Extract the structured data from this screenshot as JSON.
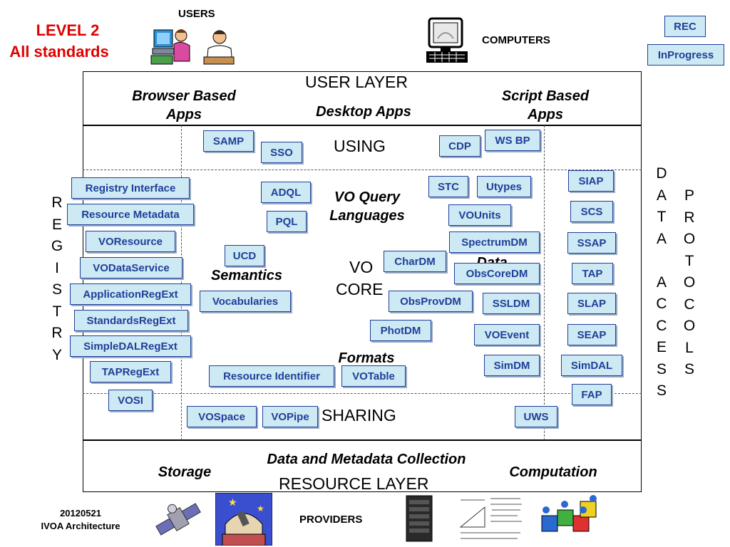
{
  "header": {
    "level_title": "LEVEL 2",
    "level_subtitle": "All standards",
    "users_label": "USERS",
    "computers_label": "COMPUTERS",
    "rec_label": "REC",
    "inprogress_label": "InProgress"
  },
  "layers": {
    "user_layer": "USER LAYER",
    "browser_apps": "Browser Based Apps",
    "desktop_apps": "Desktop Apps",
    "script_apps": "Script Based Apps",
    "using": "USING",
    "vo_core_line1": "VO",
    "vo_core_line2": "CORE",
    "vo_query": "VO Query Languages",
    "semantics": "Semantics",
    "data_models": "Data Models",
    "formats": "Formats",
    "sharing": "SHARING",
    "data_metadata": "Data and Metadata Collection",
    "storage": "Storage",
    "computation": "Computation",
    "resource_layer": "RESOURCE LAYER"
  },
  "registry_letters": [
    "R",
    "E",
    "G",
    "I",
    "S",
    "T",
    "R",
    "Y"
  ],
  "data_access_letters": [
    "D",
    "A",
    "T",
    "A",
    "",
    "A",
    "C",
    "C",
    "E",
    "S",
    "S"
  ],
  "protocols_letters": [
    "P",
    "R",
    "O",
    "T",
    "O",
    "C",
    "O",
    "L",
    "S"
  ],
  "standards": {
    "samp": "SAMP",
    "sso": "SSO",
    "cdp": "CDP",
    "wsbp": "WS BP",
    "registry_interface": "Registry Interface",
    "resource_metadata": "Resource Metadata",
    "voresource": "VOResource",
    "vodataservice": "VODataService",
    "applicationregext": "ApplicationRegExt",
    "standardsregext": "StandardsRegExt",
    "simpledalregext": "SimpleDALRegExt",
    "tapregext": "TAPRegExt",
    "vosi": "VOSI",
    "adql": "ADQL",
    "pql": "PQL",
    "ucd": "UCD",
    "vocabularies": "Vocabularies",
    "stc": "STC",
    "utypes": "Utypes",
    "vounits": "VOUnits",
    "spectrumdm": "SpectrumDM",
    "chardm": "CharDM",
    "obscoredm": "ObsCoreDM",
    "obsprovdm": "ObsProvDM",
    "ssldm": "SSLDM",
    "photdm": "PhotDM",
    "voevent": "VOEvent",
    "simdm": "SimDM",
    "resource_identifier": "Resource Identifier",
    "votable": "VOTable",
    "siap": "SIAP",
    "scs": "SCS",
    "ssap": "SSAP",
    "tap": "TAP",
    "slap": "SLAP",
    "seap": "SEAP",
    "simdal": "SimDAL",
    "fap": "FAP",
    "vospace": "VOSpace",
    "vopipe": "VOPipe",
    "uws": "UWS"
  },
  "footer": {
    "date": "20120521",
    "org": "IVOA Architecture",
    "providers": "PROVIDERS"
  },
  "colors": {
    "title_red": "#e00000",
    "box_fill": "#cde9f3",
    "box_border": "#1f3f9a"
  }
}
